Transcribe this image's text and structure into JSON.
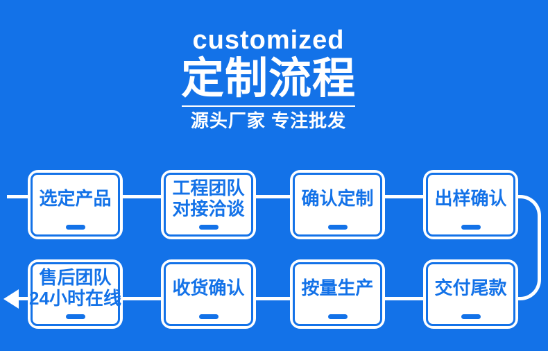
{
  "header": {
    "top_label": "customized",
    "title": "定制流程",
    "subtitle": "源头厂家 专注批发"
  },
  "flow": {
    "steps": [
      {
        "lines": [
          "选定产品"
        ]
      },
      {
        "lines": [
          "工程团队",
          "对接洽谈"
        ]
      },
      {
        "lines": [
          "确认定制"
        ]
      },
      {
        "lines": [
          "出样确认"
        ]
      },
      {
        "lines": [
          "售后团队",
          "24小时在线"
        ]
      },
      {
        "lines": [
          "收货确认"
        ]
      },
      {
        "lines": [
          "按量生产"
        ]
      },
      {
        "lines": [
          "交付尾款"
        ]
      }
    ]
  },
  "colors": {
    "background": "#1372e8",
    "accent": "#1372e8",
    "box_background": "#ffffff",
    "connector": "#ffffff"
  }
}
